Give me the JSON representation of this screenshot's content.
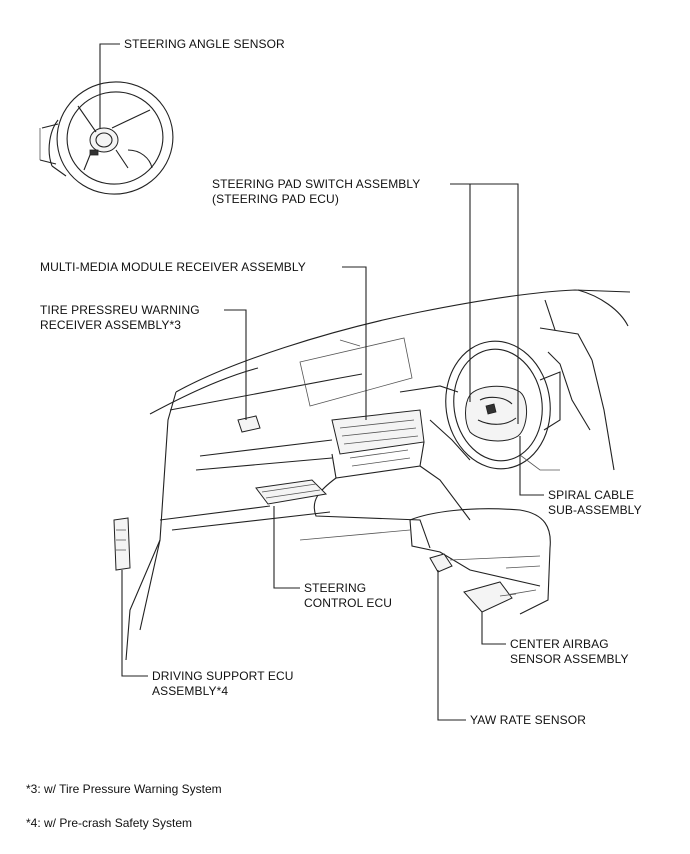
{
  "labels": {
    "steering_angle_sensor": "STEERING ANGLE SENSOR",
    "steering_pad_switch_line1": "STEERING PAD SWITCH ASSEMBLY",
    "steering_pad_switch_line2": "(STEERING PAD ECU)",
    "multimedia_receiver": "MULTI-MEDIA MODULE RECEIVER ASSEMBLY",
    "tire_pressure_line1": "TIRE PRESSREU WARNING",
    "tire_pressure_line2": "RECEIVER ASSEMBLY*3",
    "spiral_cable_line1": "SPIRAL CABLE",
    "spiral_cable_line2": "SUB-ASSEMBLY",
    "steering_control_line1": "STEERING",
    "steering_control_line2": "CONTROL ECU",
    "center_airbag_line1": "CENTER AIRBAG",
    "center_airbag_line2": "SENSOR ASSEMBLY",
    "driving_support_line1": "DRIVING SUPPORT ECU",
    "driving_support_line2": "ASSEMBLY*4",
    "yaw_rate": "YAW RATE SENSOR"
  },
  "footnotes": {
    "note3": "*3: w/ Tire Pressure Warning System",
    "note4": "*4: w/ Pre-crash Safety System"
  }
}
